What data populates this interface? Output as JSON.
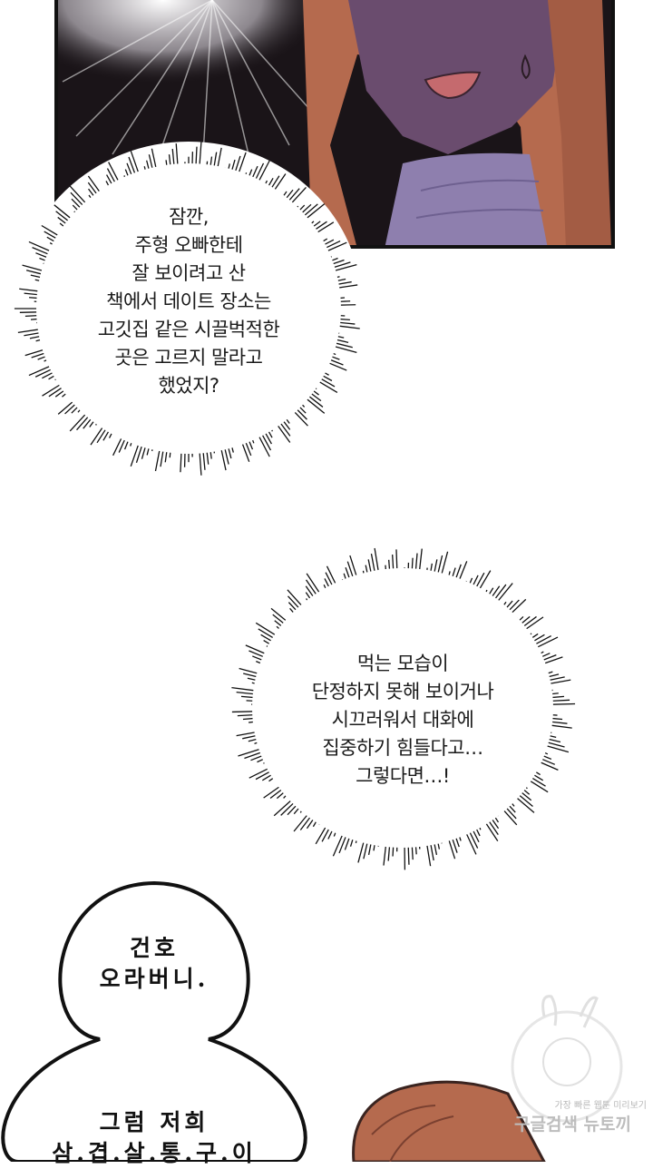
{
  "bubble_1": {
    "lines": [
      "잠깐,",
      "주형 오빠한테",
      "잘 보이려고 산",
      "책에서 데이트 장소는",
      "고깃집 같은 시끌벅적한",
      "곳은 고르지 말라고",
      "했었지?"
    ]
  },
  "bubble_2": {
    "lines": [
      "먹는 모습이",
      "단정하지 못해 보이거나",
      "시끄러워서 대화에",
      "집중하기 힘들다고…",
      "그렇다면…!"
    ]
  },
  "bubble_3": {
    "lines_top": [
      "건호",
      "오라버니."
    ],
    "lines_bottom": [
      "그럼 저희",
      "삼.겹.살.통.구.이"
    ]
  },
  "watermark": {
    "line1": "가장 빠른 웹툰 미리보기",
    "line2": "구글검색 뉴토끼"
  },
  "colors": {
    "hair": "#b56a4e",
    "skin_shadow": "#6a4c6e",
    "collar": "#8e7fae",
    "panel_bg": "#1a1418"
  }
}
